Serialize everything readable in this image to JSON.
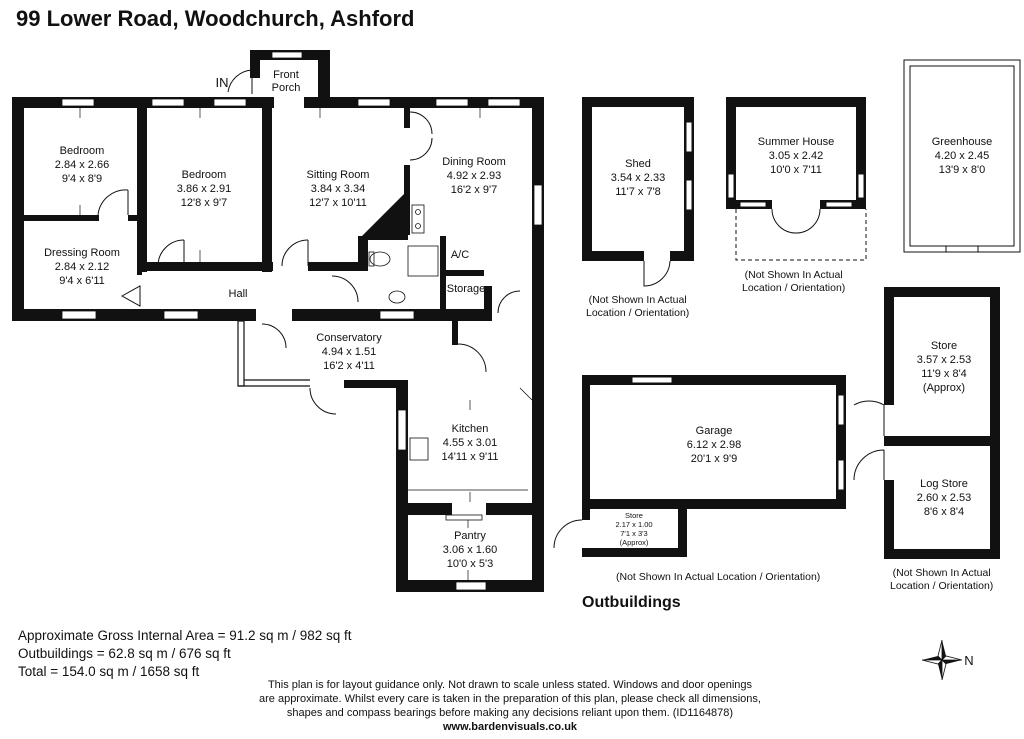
{
  "title": "99 Lower Road, Woodchurch, Ashford",
  "entrance_label": "IN",
  "rooms": {
    "front_porch": {
      "name_line1": "Front",
      "name_line2": "Porch"
    },
    "bedroom1": {
      "name": "Bedroom",
      "metric": "2.84 x 2.66",
      "imperial": "9'4 x 8'9"
    },
    "bedroom2": {
      "name": "Bedroom",
      "metric": "3.86 x 2.91",
      "imperial": "12'8 x 9'7"
    },
    "sitting": {
      "name": "Sitting Room",
      "metric": "3.84 x 3.34",
      "imperial": "12'7 x 10'11"
    },
    "dining": {
      "name": "Dining Room",
      "metric": "4.92 x 2.93",
      "imperial": "16'2 x 9'7"
    },
    "dressing": {
      "name": "Dressing Room",
      "metric": "2.84 x 2.12",
      "imperial": "9'4 x 6'11"
    },
    "hall": {
      "name": "Hall"
    },
    "ac": {
      "name": "A/C"
    },
    "storage": {
      "name": "Storage"
    },
    "conservatory": {
      "name": "Conservatory",
      "metric": "4.94 x 1.51",
      "imperial": "16'2 x 4'11"
    },
    "kitchen": {
      "name": "Kitchen",
      "metric": "4.55 x 3.01",
      "imperial": "14'11 x 9'11"
    },
    "pantry": {
      "name": "Pantry",
      "metric": "3.06 x 1.60",
      "imperial": "10'0 x 5'3"
    },
    "shed": {
      "name": "Shed",
      "metric": "3.54 x 2.33",
      "imperial": "11'7 x 7'8"
    },
    "summer_house": {
      "name": "Summer House",
      "metric": "3.05 x 2.42",
      "imperial": "10'0 x 7'11"
    },
    "greenhouse": {
      "name": "Greenhouse",
      "metric": "4.20 x 2.45",
      "imperial": "13'9 x 8'0"
    },
    "garage": {
      "name": "Garage",
      "metric": "6.12 x 2.98",
      "imperial": "20'1 x 9'9"
    },
    "store_small": {
      "name": "Store",
      "metric": "2.17 x 1.00",
      "imperial": "7'1 x 3'3",
      "note": "(Approx)"
    },
    "store": {
      "name": "Store",
      "metric": "3.57 x 2.53",
      "imperial": "11'9 x 8'4",
      "note": "(Approx)"
    },
    "log_store": {
      "name": "Log Store",
      "metric": "2.60 x 2.53",
      "imperial": "8'6 x 8'4"
    }
  },
  "notes": {
    "shed_line1": "(Not Shown In Actual",
    "shed_line2": "Location / Orientation)",
    "summer_line1": "(Not Shown In Actual",
    "summer_line2": "Location / Orientation)",
    "garage": "(Not Shown In Actual Location / Orientation)",
    "store_line1": "(Not Shown In Actual",
    "store_line2": "Location / Orientation)"
  },
  "outbuildings_title": "Outbuildings",
  "areas": {
    "gross": "Approximate Gross Internal Area = 91.2 sq m / 982 sq ft",
    "outbuildings": "Outbuildings = 62.8 sq m / 676 sq ft",
    "total": "Total = 154.0 sq m / 1658 sq ft"
  },
  "compass_label": "N",
  "disclaimer": {
    "line1": "This plan is for layout guidance only. Not drawn to scale unless stated. Windows and door openings",
    "line2": "are approximate. Whilst every care is taken in the preparation of this plan, please check all dimensions,",
    "line3": "shapes and compass bearings before making any decisions reliant upon them. (ID1164878)",
    "url": "www.bardenvisuals.co.uk"
  }
}
